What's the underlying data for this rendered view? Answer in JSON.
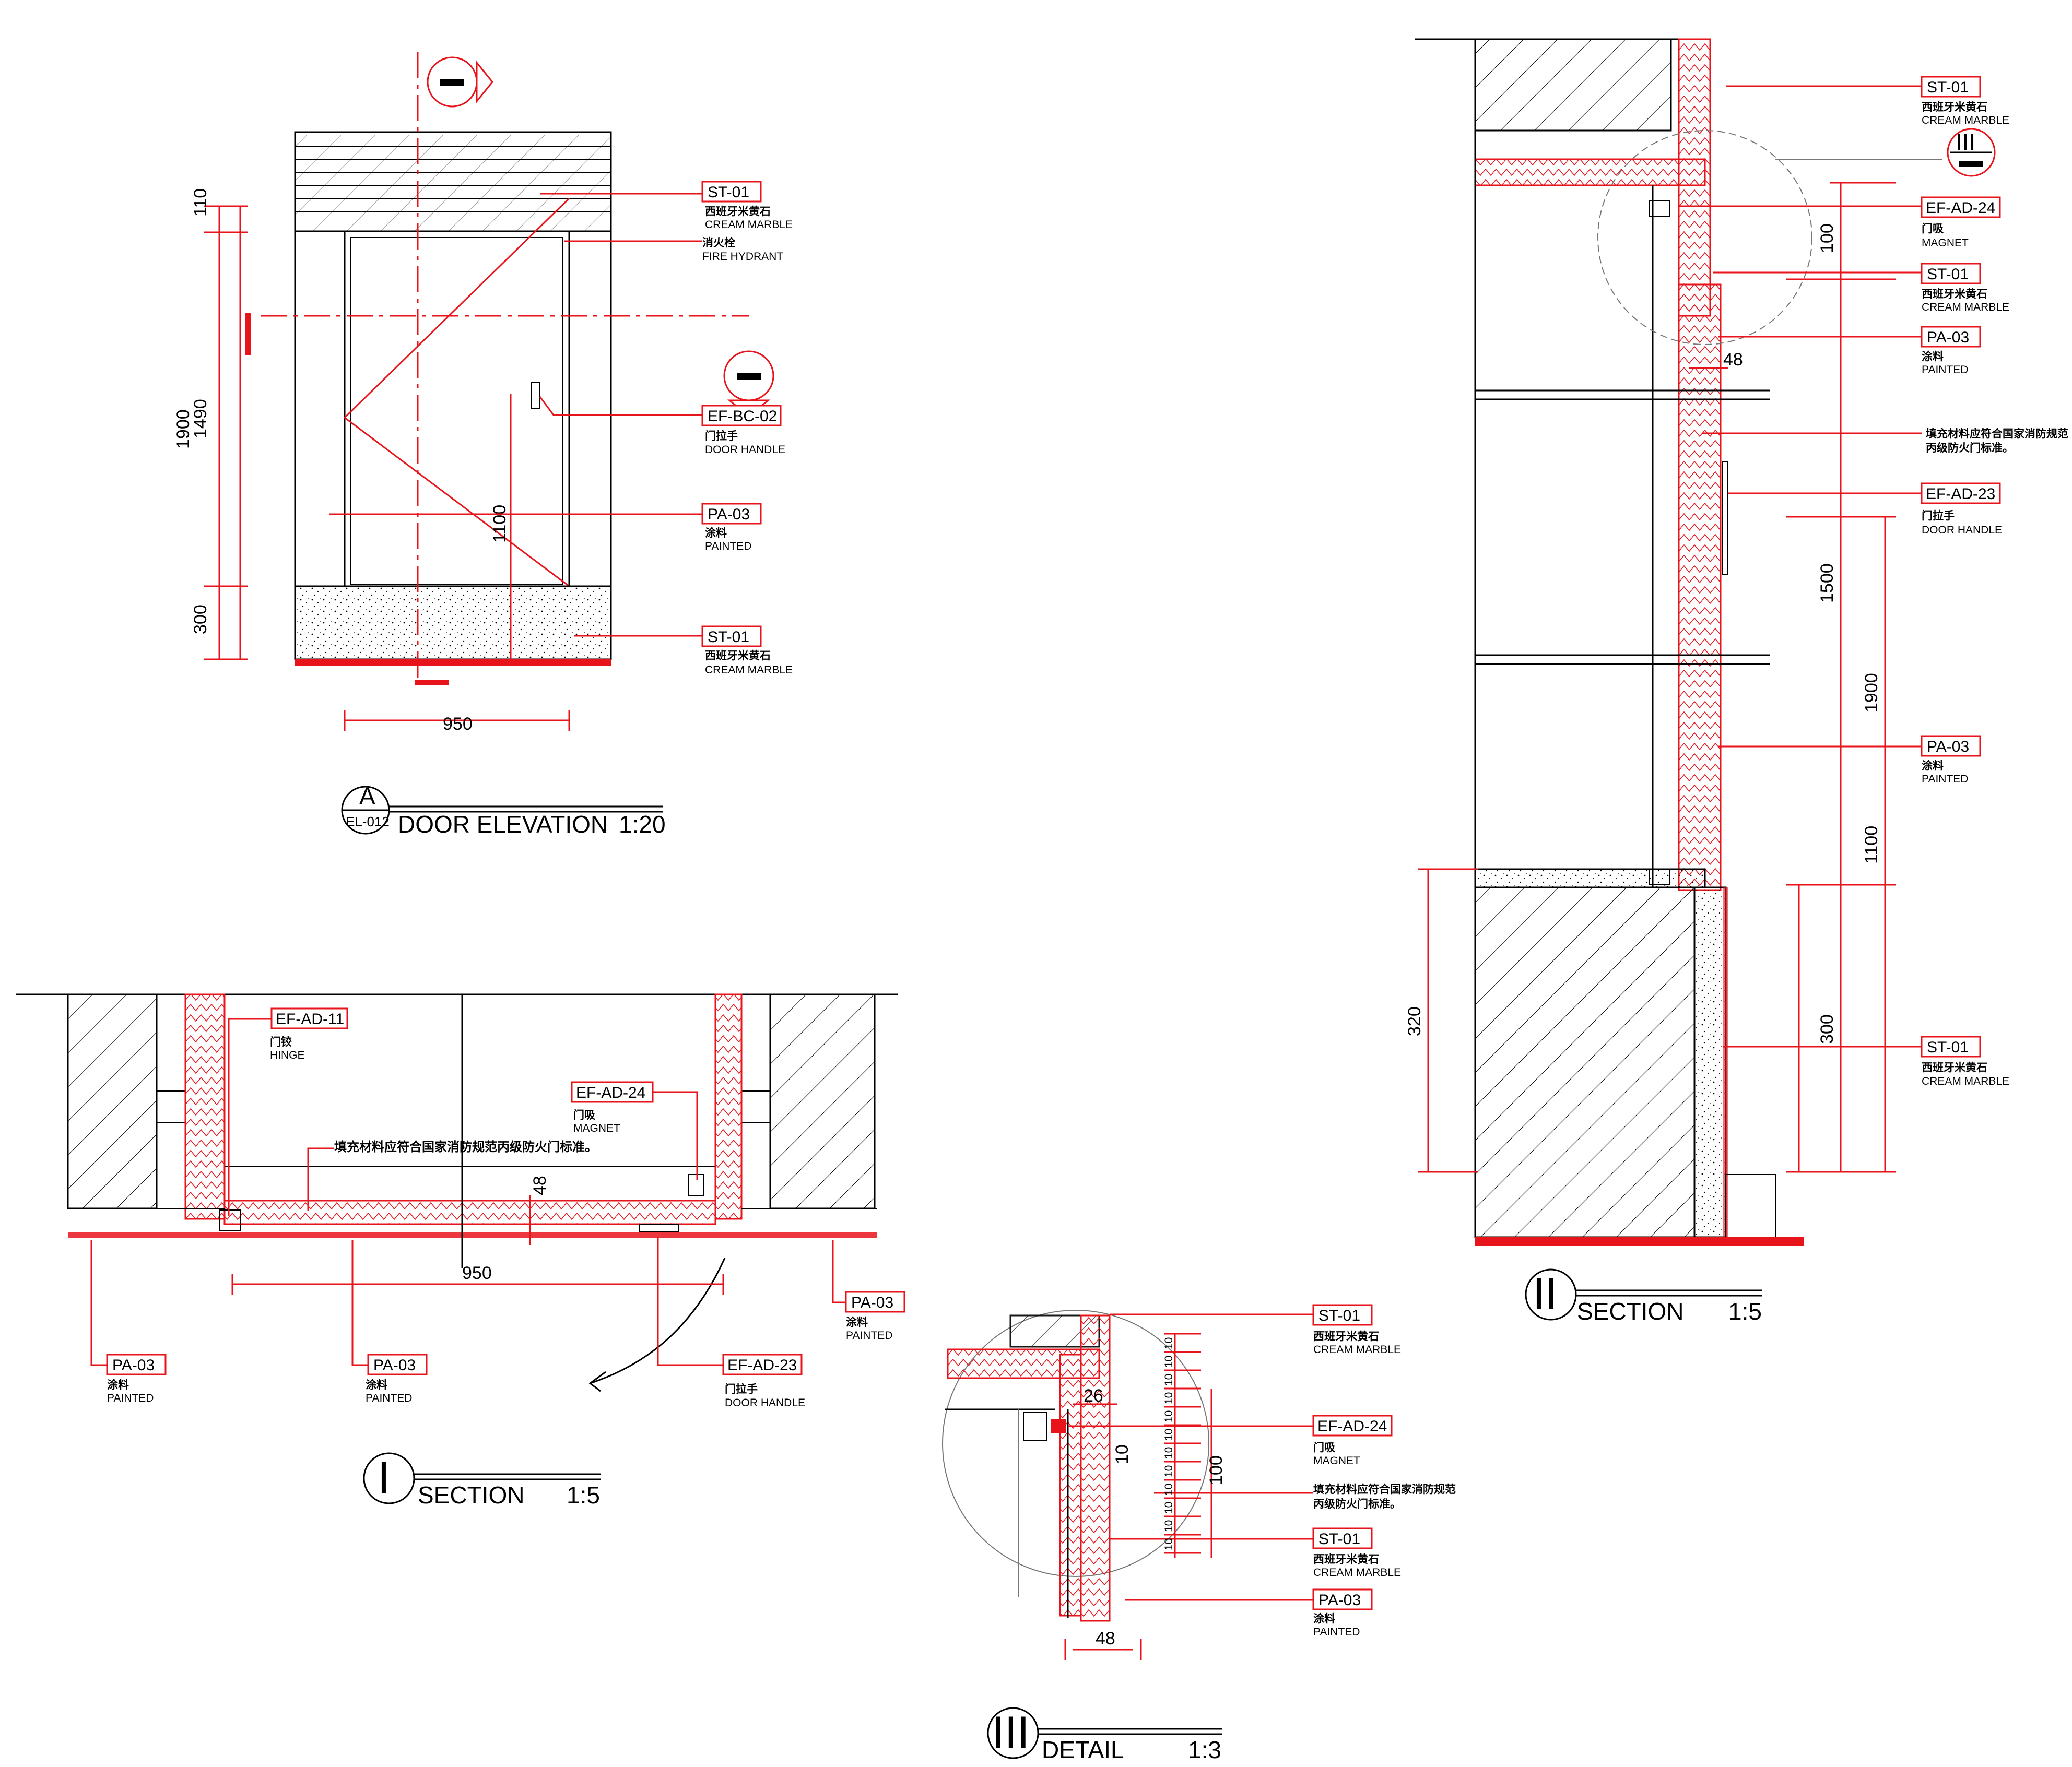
{
  "elevation": {
    "title": "DOOR ELEVATION",
    "scale": "1:20",
    "mark_letter": "A",
    "sheet_ref": "EL-012",
    "dims": {
      "d110": "110",
      "d1490": "1490",
      "d1900": "1900",
      "d300": "300",
      "d1100": "1100",
      "d950": "950"
    },
    "tags": [
      {
        "code": "ST-01",
        "zh": "西班牙米黄石",
        "en": "CREAM MARBLE"
      },
      {
        "code": "",
        "zh": "消火栓",
        "en": "FIRE HYDRANT"
      },
      {
        "code": "EF-BC-02",
        "zh": "门拉手",
        "en": "DOOR HANDLE"
      },
      {
        "code": "PA-03",
        "zh": "涂料",
        "en": "PAINTED"
      },
      {
        "code": "ST-01",
        "zh": "西班牙米黄石",
        "en": "CREAM MARBLE"
      }
    ]
  },
  "section1": {
    "mark": "I",
    "title": "SECTION",
    "scale": "1:5",
    "dims": {
      "d950": "950",
      "d48": "48"
    },
    "note": "填充材料应符合国家消防规范丙级防火门标准。",
    "tags": [
      {
        "code": "EF-AD-11",
        "zh": "门铰",
        "en": "HINGE"
      },
      {
        "code": "EF-AD-24",
        "zh": "门吸",
        "en": "MAGNET"
      },
      {
        "code": "PA-03",
        "zh": "涂料",
        "en": "PAINTED"
      },
      {
        "code": "PA-03",
        "zh": "涂料",
        "en": "PAINTED"
      },
      {
        "code": "PA-03",
        "zh": "涂料",
        "en": "PAINTED"
      },
      {
        "code": "EF-AD-23",
        "zh": "门拉手",
        "en": "DOOR HANDLE"
      }
    ]
  },
  "section2": {
    "mark": "II",
    "title": "SECTION",
    "scale": "1:5",
    "callout": "III",
    "dims": {
      "d100": "100",
      "d48": "48",
      "d1500": "1500",
      "d1900": "1900",
      "d1100": "1100",
      "d300": "300",
      "d320": "320"
    },
    "note_line1": "填充材料应符合国家消防规范",
    "note_line2": "丙级防火门标准。",
    "tags": [
      {
        "code": "ST-01",
        "zh": "西班牙米黄石",
        "en": "CREAM MARBLE"
      },
      {
        "code": "EF-AD-24",
        "zh": "门吸",
        "en": "MAGNET"
      },
      {
        "code": "ST-01",
        "zh": "西班牙米黄石",
        "en": "CREAM MARBLE"
      },
      {
        "code": "PA-03",
        "zh": "涂料",
        "en": "PAINTED"
      },
      {
        "code": "EF-AD-23",
        "zh": "门拉手",
        "en": "DOOR HANDLE"
      },
      {
        "code": "PA-03",
        "zh": "涂料",
        "en": "PAINTED"
      },
      {
        "code": "ST-01",
        "zh": "西班牙米黄石",
        "en": "CREAM MARBLE"
      }
    ]
  },
  "detail3": {
    "mark": "III",
    "title": "DETAIL",
    "scale": "1:3",
    "dims": {
      "d26": "26",
      "d10": "10",
      "d100": "100",
      "d48": "48",
      "pitch": "10"
    },
    "note_line1": "填充材料应符合国家消防规范",
    "note_line2": "丙级防火门标准。",
    "tags": [
      {
        "code": "ST-01",
        "zh": "西班牙米黄石",
        "en": "CREAM MARBLE"
      },
      {
        "code": "EF-AD-24",
        "zh": "门吸",
        "en": "MAGNET"
      },
      {
        "code": "ST-01",
        "zh": "西班牙米黄石",
        "en": "CREAM MARBLE"
      },
      {
        "code": "PA-03",
        "zh": "涂料",
        "en": "PAINTED"
      }
    ]
  },
  "colors": {
    "accent_red": "#e8141b",
    "line": "#000000",
    "background": "#ffffff"
  }
}
